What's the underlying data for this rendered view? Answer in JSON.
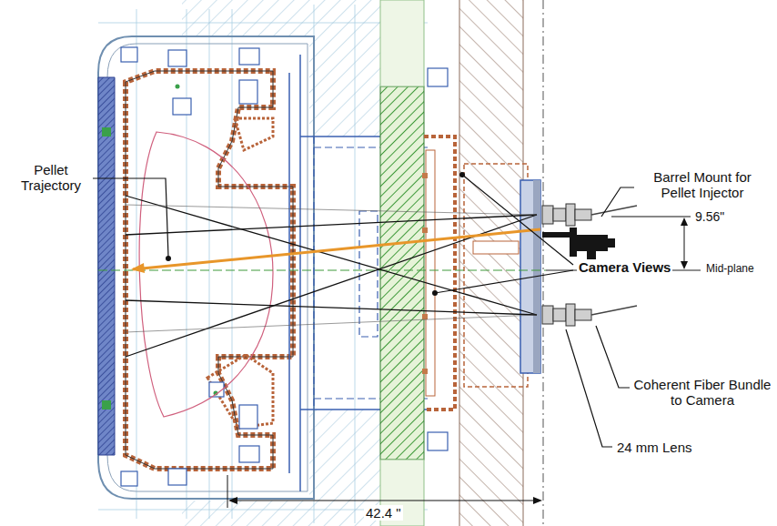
{
  "diagram": {
    "labels": [
      "Barrel Mount for Pellet Injector",
      "Pellet Trajectory",
      "9.56\"",
      "Mid-plane",
      "Camera Views",
      "Coherent Fiber Bundle to Camera",
      "24 mm Lens",
      "42.4 \""
    ]
  }
}
